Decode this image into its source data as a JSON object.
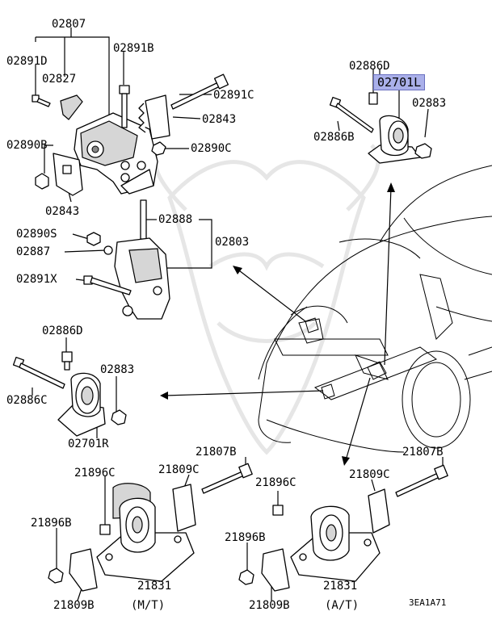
{
  "diagram": {
    "labels": {
      "l02807": "02807",
      "l02891D": "02891D",
      "l02891B": "02891B",
      "l02827": "02827",
      "l02891C": "02891C",
      "l02843a": "02843",
      "l02890B": "02890B",
      "l02890C": "02890C",
      "l02843b": "02843",
      "l02888": "02888",
      "l02890S": "02890S",
      "l02803": "02803",
      "l02887": "02887",
      "l02891X": "02891X",
      "l02886D_top": "02886D",
      "l02701L": "02701L",
      "l02883_top": "02883",
      "l02886B": "02886B",
      "l02886D_mid": "02886D",
      "l02883_mid": "02883",
      "l02886C": "02886C",
      "l02701R": "02701R",
      "l21807B_left": "21807B",
      "l21807B_right": "21807B",
      "l21896C_left": "21896C",
      "l21809C_left": "21809C",
      "l21896C_right": "21896C",
      "l21809C_right": "21809C",
      "l21896B_left": "21896B",
      "l21896B_right": "21896B",
      "l21831_left": "21831",
      "l21831_right": "21831",
      "l21809B_left": "21809B",
      "l21809B_right": "21809B",
      "mt": "(M/T)",
      "at": "(A/T)"
    },
    "highlighted": "02701L",
    "diagram_code": "3EA1A71"
  }
}
